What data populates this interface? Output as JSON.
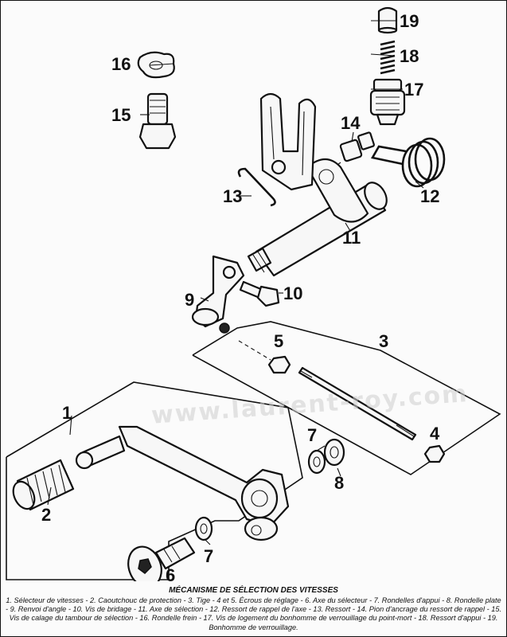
{
  "diagram": {
    "callouts": [
      "1",
      "2",
      "3",
      "4",
      "5",
      "6",
      "7",
      "7",
      "8",
      "9",
      "10",
      "11",
      "12",
      "13",
      "14",
      "15",
      "16",
      "17",
      "18",
      "19"
    ],
    "watermark": "www.laurent-roy.com"
  },
  "caption": {
    "title": "MÉCANISME DE SÉLECTION DES VITESSES",
    "text": "1. Sélecteur de vitesses - 2. Caoutchouc de protection - 3. Tige - 4 et 5. Écrous de réglage - 6. Axe du sélecteur - 7. Rondelles d'appui - 8. Rondelle plate - 9. Renvoi d'angle - 10. Vis de bridage - 11. Axe de sélection - 12. Ressort de rappel de l'axe - 13. Ressort - 14. Pion d'ancrage du ressort de rappel - 15. Vis de calage du tambour de sélection - 16. Rondelle frein - 17. Vis de logement du bonhomme de verrouillage du point-mort - 18. Ressort d'appui - 19. Bonhomme de verrouillage."
  }
}
